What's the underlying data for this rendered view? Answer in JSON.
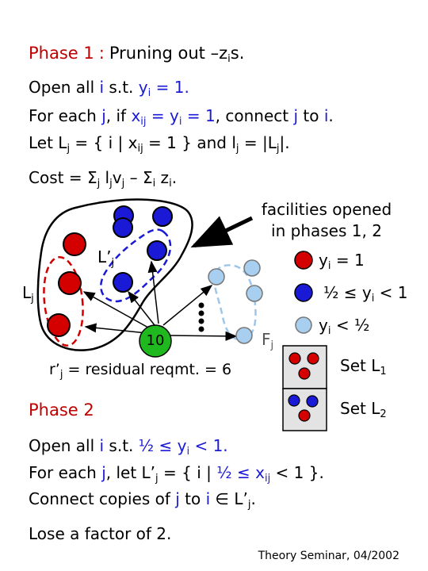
{
  "phase1": {
    "label": "Phase 1",
    "colon": ":",
    "title": "Pruning out –z",
    "title_sub": "i",
    "title_end": "s."
  },
  "step1": {
    "text_a": "Open all ",
    "i": "i",
    "text_b": " s.t. ",
    "y": "y",
    "y_sub": "i",
    "text_c": " = 1."
  },
  "step2": {
    "a": "For each ",
    "j": "j",
    "b": ", if ",
    "x": "x",
    "x_sub": "ij",
    "c": " = ",
    "y": "y",
    "y_sub": "i",
    "d": " = 1, connect ",
    "j2": "j",
    "e": " to ",
    "i": "i",
    "f": "."
  },
  "step3": {
    "a": "Let L",
    "a_sub": "j",
    "b": " = { i | x",
    "b_sub": "ij",
    "c": " = 1 } and l",
    "c_sub": "j",
    "d": " = |L",
    "d_sub": "j",
    "e": "|."
  },
  "cost": {
    "a": "Cost = ",
    "sigma1": "Σ",
    "sigma1_sub": "j",
    "b": " l",
    "b_sub": "j",
    "c": "v",
    "c_sub": "j",
    "d": " – ",
    "sigma2": "Σ",
    "sigma2_sub": "i",
    "e": " z",
    "e_sub": "i",
    "f": "."
  },
  "diagram": {
    "annotation_line1": "facilities opened",
    "annotation_line2": "in phases 1, 2",
    "client_label": "10",
    "lprime": "L’",
    "lprime_sub": "j",
    "lj": "L",
    "lj_sub": "j",
    "fj": "F",
    "fj_sub": "j",
    "residual": "r’",
    "residual_sub": "j",
    "residual_rest": " = residual reqmt. = 6"
  },
  "legend": {
    "red_y": "y",
    "red_sub": "i",
    "red_rest": " = 1",
    "blue_pre": "½ ≤ y",
    "blue_sub": "i",
    "blue_rest": " < 1",
    "light_y": "y",
    "light_sub": "i",
    "light_rest": " < ½",
    "set_l1": "Set L",
    "set_l1_sub": "1",
    "set_l2": "Set L",
    "set_l2_sub": "2"
  },
  "phase2": {
    "label": "Phase 2",
    "l1_a": "Open all ",
    "l1_i": "i",
    "l1_b": " s.t. ",
    "l1_c": "½ ≤ y",
    "l1_sub": "i",
    "l1_d": " < 1.",
    "l2_a": "For each ",
    "l2_j": "j",
    "l2_b": ", let L’",
    "l2_sub": "j",
    "l2_c": " = { i | ",
    "l2_d": "½ ≤ x",
    "l2_sub2": "ij",
    "l2_e": " < 1 }.",
    "l3_a": "Connect copies of ",
    "l3_j": "j",
    "l3_b": " to ",
    "l3_i": "i",
    "l3_c": " ∈ L’",
    "l3_sub": "j",
    "l3_d": "."
  },
  "conclusion": "Lose a factor of 2.",
  "footer": "Theory Seminar, 04/2002",
  "colors": {
    "red": "#d40000",
    "blue": "#1a1ad6",
    "light": "#a8cff0",
    "green": "#1fb81f"
  }
}
